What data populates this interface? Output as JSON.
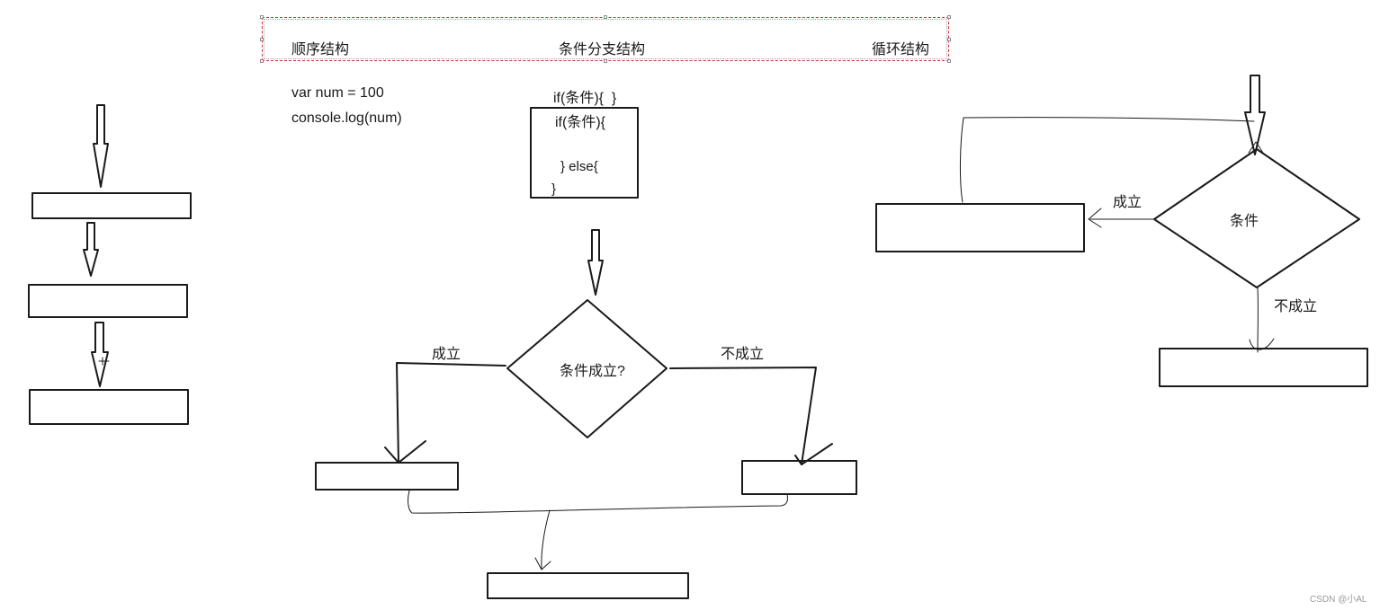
{
  "header": {
    "sequential": "顺序结构",
    "branch": "条件分支结构",
    "loop": "循环结构"
  },
  "code": {
    "line1": "var num = 100",
    "line2": "console.log(num)",
    "if_short": "if(条件){  }",
    "if_block_open": "if(条件){",
    "if_block_else": "} else{",
    "if_block_close": "}"
  },
  "branch_diagram": {
    "decision": "条件成立?",
    "yes_label": "成立",
    "no_label": "不成立"
  },
  "loop_diagram": {
    "decision": "条件",
    "yes_label": "成立",
    "no_label": "不成立"
  },
  "watermark": "CSDN @小AL",
  "colors": {
    "ink": "#1a1a1a",
    "selection_border": "#c8323c",
    "watermark": "#9a9a9a"
  }
}
